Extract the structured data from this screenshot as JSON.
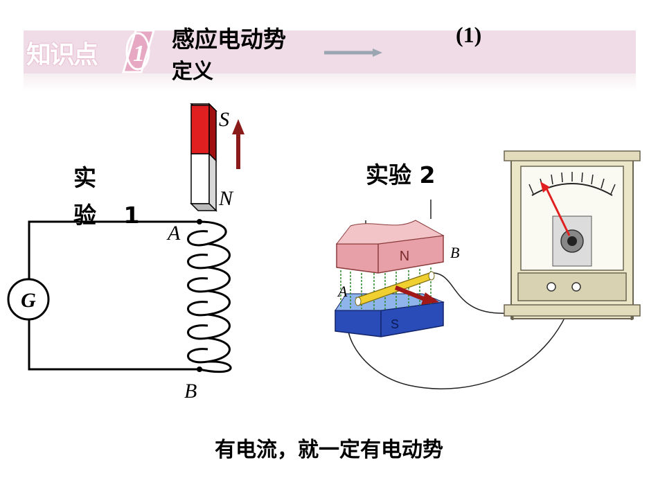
{
  "banner": {
    "badge_text": "知识点",
    "badge_number": "1",
    "title": "感应电动势",
    "title_line2": "定义",
    "number_label": "(1)"
  },
  "experiment1": {
    "label": "实 验 1",
    "pole_top": "S",
    "pole_bottom": "N",
    "point_a": "A",
    "point_b": "B",
    "meter": "G"
  },
  "experiment2": {
    "label": "实验 2",
    "magnet_north": "N",
    "magnet_south": "S",
    "point_a": "A",
    "point_b": "B"
  },
  "caption": "有电流，就一定有电动势",
  "colors": {
    "banner": "#f0dce6",
    "magnet_red": "#e02020",
    "arrow_dark_red": "#8b1a1a",
    "magnet_pink": "#e8a0a8",
    "magnet_blue": "#2a4cb8"
  }
}
